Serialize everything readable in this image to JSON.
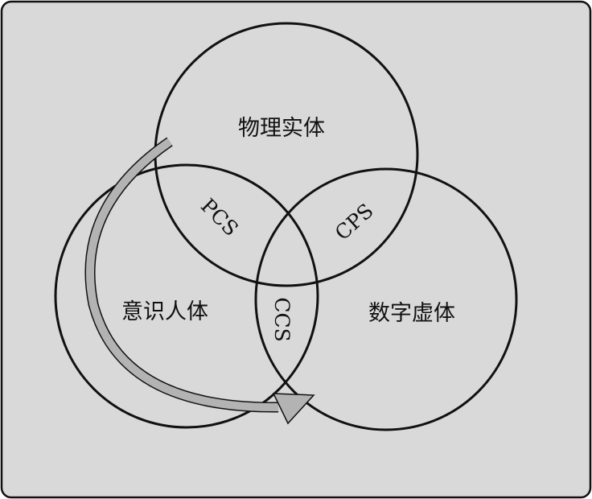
{
  "circles": {
    "physical": "物理实体",
    "conscious": "意识人体",
    "digital": "数字虚体"
  },
  "intersections": {
    "pcs": "PCS",
    "cps": "CPS",
    "ccs": "CCS"
  },
  "colors": {
    "background": "#d9d9d9",
    "arrow": "#b3b3b3",
    "stroke": "#111111"
  }
}
